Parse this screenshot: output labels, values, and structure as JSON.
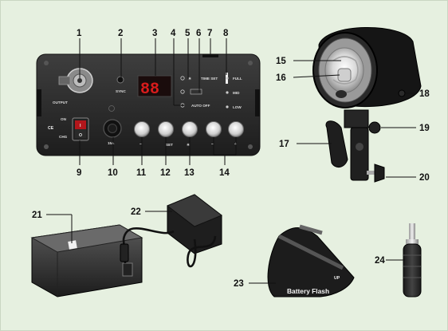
{
  "callouts": [
    "1",
    "2",
    "3",
    "4",
    "5",
    "6",
    "7",
    "8",
    "9",
    "10",
    "11",
    "12",
    "13",
    "14",
    "15",
    "16",
    "17",
    "18",
    "19",
    "20",
    "21",
    "22",
    "23",
    "24"
  ],
  "panel": {
    "output": "OUTPUT",
    "sync": "SYNC",
    "display": "88",
    "time_set": "TIME SET",
    "auto_off": "AUTO OFF",
    "full": "FULL",
    "mid": "MID",
    "low": "LOW",
    "on": "ON",
    "chg": "CHG",
    "ce": "CE",
    "switch_on": "I",
    "switch_off": "O",
    "fuse": "15A",
    "btn_minus": "–",
    "set": "SET",
    "btn_minus2": "–",
    "btn_plus": "+"
  },
  "strap_text": "Battery Flash",
  "strap_tail": "UP",
  "colors": {
    "background": "#e6f0e0",
    "panel": "#2d2d2d",
    "display": "#d81c1c",
    "label": "#111111"
  }
}
